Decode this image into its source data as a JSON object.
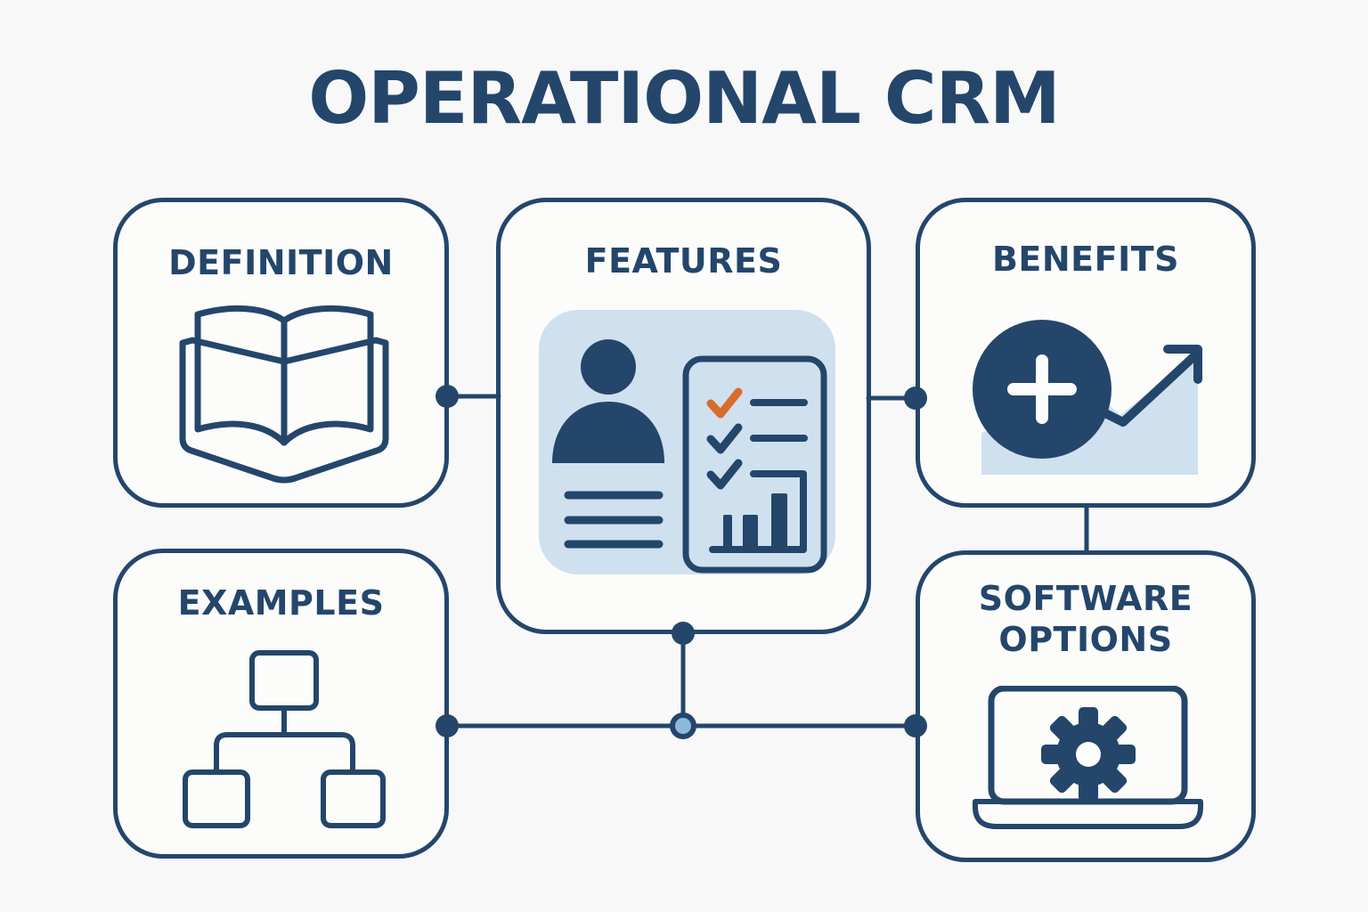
{
  "title": "OPERATIONAL CRM",
  "boxes": [
    {
      "id": "definition",
      "label": "DEFINITION",
      "icon": "open-book-icon"
    },
    {
      "id": "features",
      "label": "FEATURES",
      "icon": "contact-card-checklist-icon"
    },
    {
      "id": "benefits",
      "label": "BENEFITS",
      "icon": "plus-circle-growth-arrow-icon"
    },
    {
      "id": "examples",
      "label": "EXAMPLES",
      "icon": "org-chart-icon"
    },
    {
      "id": "software_options",
      "label": "SOFTWARE\nOPTIONS",
      "icon": "laptop-gear-icon"
    }
  ],
  "colors": {
    "navy": "#24466b",
    "light_blue": "#cfe0ef",
    "mid_blue": "#b7cde4",
    "pale_blue": "#a9c6e0",
    "sky_blue": "#8fb9da",
    "orange": "#d96c2b",
    "background": "#f7f8f7",
    "box_fill": "#fcfcfb",
    "white": "#fdfdfd"
  }
}
